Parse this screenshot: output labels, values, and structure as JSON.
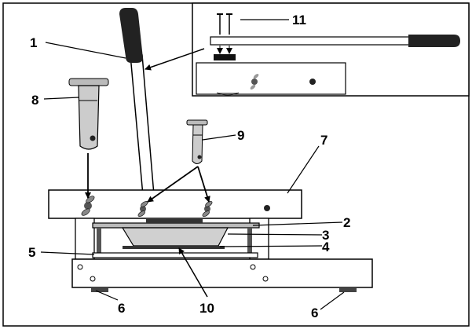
{
  "callouts": {
    "c1": "1",
    "c2": "2",
    "c3": "3",
    "c4": "4",
    "c5": "5",
    "c6a": "6",
    "c6b": "6",
    "c7": "7",
    "c8": "8",
    "c9": "9",
    "c10": "10",
    "c11": "11"
  }
}
